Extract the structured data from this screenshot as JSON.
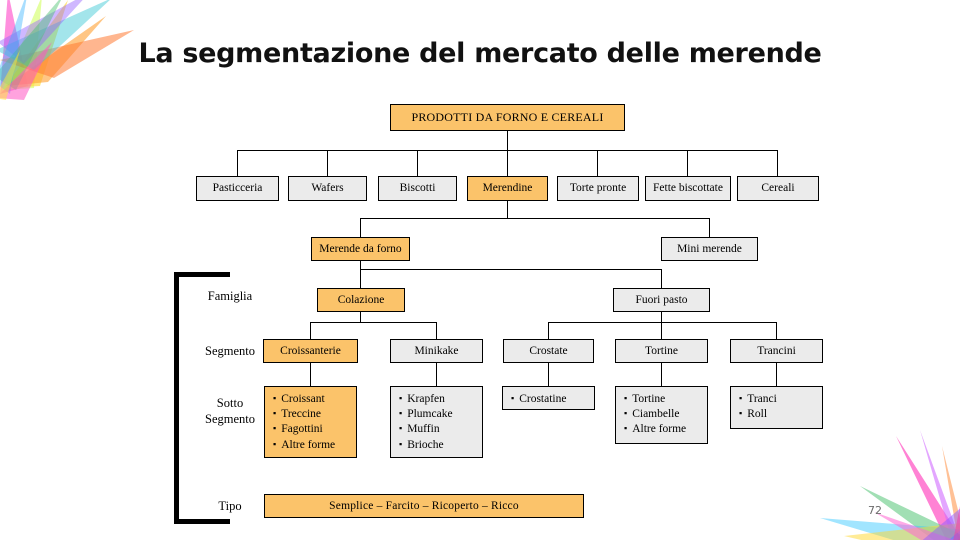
{
  "slide": {
    "title": "La segmentazione del mercato delle merende",
    "page_number": "72",
    "accent_color": "#fbc36a",
    "neutral_color": "#ebebeb",
    "border_color": "#000000",
    "background_color": "#ffffff"
  },
  "row_labels": {
    "famiglia": "Famiglia",
    "segmento": "Segmento",
    "sotto_segmento_line1": "Sotto",
    "sotto_segmento_line2": "Segmento",
    "tipo": "Tipo"
  },
  "tree": {
    "root": {
      "label": "PRODOTTI DA FORNO E CEREALI",
      "highlight": true
    },
    "categories": [
      {
        "label": "Pasticceria",
        "highlight": false
      },
      {
        "label": "Wafers",
        "highlight": false
      },
      {
        "label": "Biscotti",
        "highlight": false
      },
      {
        "label": "Merendine",
        "highlight": true
      },
      {
        "label": "Torte pronte",
        "highlight": false
      },
      {
        "label": "Fette biscottate",
        "highlight": false
      },
      {
        "label": "Cereali",
        "highlight": false
      }
    ],
    "subcategories": [
      {
        "label": "Merende da forno",
        "highlight": true
      },
      {
        "label": "Mini merende",
        "highlight": false
      }
    ],
    "famiglia": [
      {
        "label": "Colazione",
        "highlight": true
      },
      {
        "label": "Fuori pasto",
        "highlight": false
      }
    ],
    "segmento": [
      {
        "label": "Croissanterie",
        "highlight": true
      },
      {
        "label": "Minikake",
        "highlight": false
      },
      {
        "label": "Crostate",
        "highlight": false
      },
      {
        "label": "Tortine",
        "highlight": false
      },
      {
        "label": "Trancini",
        "highlight": false
      }
    ],
    "sotto_segmento": [
      {
        "items": [
          "Croissant",
          "Treccine",
          "Fagottini",
          "Altre forme"
        ],
        "highlight": true
      },
      {
        "items": [
          "Krapfen",
          "Plumcake",
          "Muffin",
          "Brioche"
        ],
        "highlight": false
      },
      {
        "items": [
          "Crostatine"
        ],
        "highlight": false
      },
      {
        "items": [
          "Tortine",
          "Ciambelle",
          "Altre forme"
        ],
        "highlight": false
      },
      {
        "items": [
          "Tranci",
          "Roll"
        ],
        "highlight": false
      }
    ],
    "tipo": {
      "label": "Semplice  –  Farcito  –  Ricoperto  –  Ricco",
      "highlight": true
    }
  }
}
